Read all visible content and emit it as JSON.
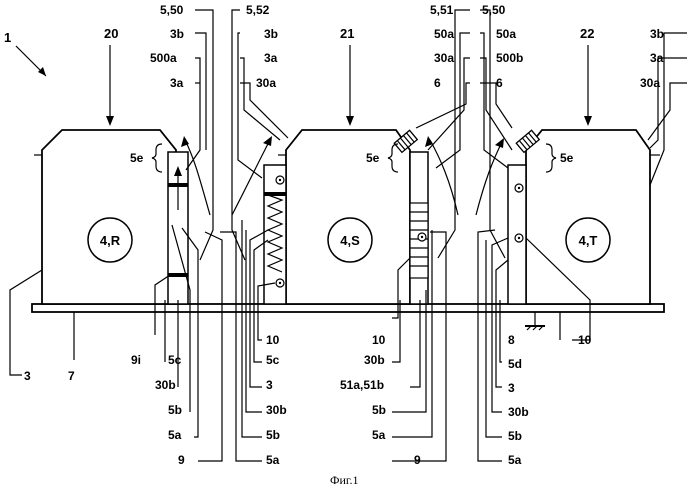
{
  "figure_caption": "Фиг.1",
  "system_ref": "1",
  "units": [
    {
      "ref": "20",
      "label": "4,R"
    },
    {
      "ref": "21",
      "label": "4,S"
    },
    {
      "ref": "22",
      "label": "4,T"
    }
  ],
  "labels_top": [
    "5,50",
    "3b",
    "500a",
    "3a",
    "5,52",
    "3b",
    "3a",
    "30a",
    "5,51",
    "50a",
    "30a",
    "6",
    "5,50",
    "50a",
    "500b",
    "6",
    "3b",
    "3a",
    "30a"
  ],
  "labels_side": [
    "5e",
    "5e",
    "5e"
  ],
  "labels_bottom": [
    "3",
    "7",
    "9i",
    "5c",
    "30b",
    "5b",
    "5a",
    "9",
    "10",
    "5c",
    "3",
    "30b",
    "5b",
    "5a",
    "10",
    "30b",
    "51a,51b",
    "5b",
    "5a",
    "9",
    "8",
    "5d",
    "3",
    "30b",
    "5b",
    "5a",
    "10"
  ]
}
